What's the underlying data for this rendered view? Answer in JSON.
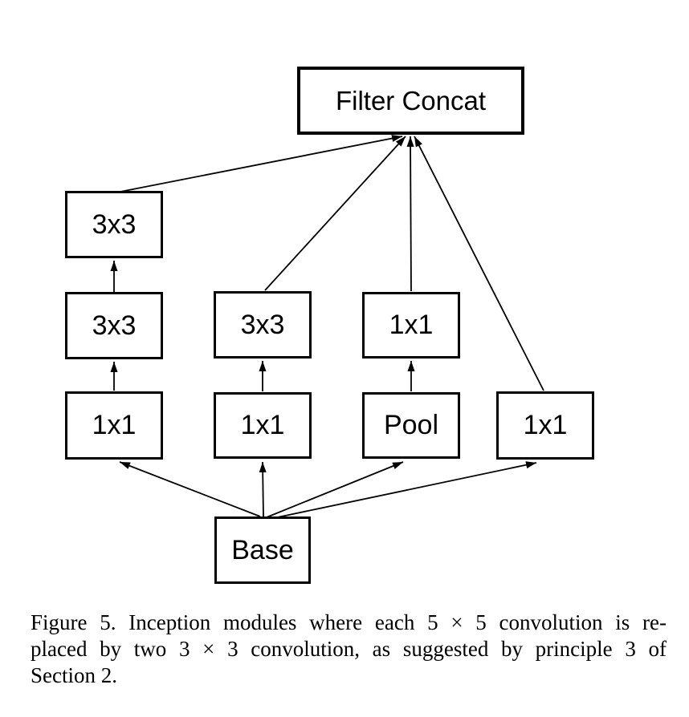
{
  "figure": {
    "type": "inception-module-diagram",
    "colors": {
      "ink": "#000000",
      "background": "#ffffff"
    }
  },
  "diagram": {
    "nodes": {
      "filter_concat": {
        "label": "Filter Concat"
      },
      "conv3x3_top": {
        "label": "3x3"
      },
      "conv3x3_mid": {
        "label": "3x3"
      },
      "conv1x1_left": {
        "label": "1x1"
      },
      "conv3x3_b2": {
        "label": "3x3"
      },
      "conv1x1_b2": {
        "label": "1x1"
      },
      "conv1x1_b3": {
        "label": "1x1"
      },
      "pool": {
        "label": "Pool"
      },
      "conv1x1_b4": {
        "label": "1x1"
      },
      "base": {
        "label": "Base"
      }
    },
    "edges": [
      {
        "from": "base",
        "to": "conv1x1_left"
      },
      {
        "from": "base",
        "to": "conv1x1_b2"
      },
      {
        "from": "base",
        "to": "pool"
      },
      {
        "from": "base",
        "to": "conv1x1_b4"
      },
      {
        "from": "conv1x1_left",
        "to": "conv3x3_mid"
      },
      {
        "from": "conv3x3_mid",
        "to": "conv3x3_top"
      },
      {
        "from": "conv1x1_b2",
        "to": "conv3x3_b2"
      },
      {
        "from": "pool",
        "to": "conv1x1_b3"
      },
      {
        "from": "conv3x3_top",
        "to": "filter_concat"
      },
      {
        "from": "conv3x3_b2",
        "to": "filter_concat"
      },
      {
        "from": "conv1x1_b3",
        "to": "filter_concat"
      },
      {
        "from": "conv1x1_b4",
        "to": "filter_concat"
      }
    ]
  },
  "caption": {
    "lines": [
      "Figure 5. Inception modules where each 5 × 5 convolution is re-",
      "placed by two 3 × 3 convolution, as suggested by principle 3 of",
      "Section 2."
    ]
  }
}
